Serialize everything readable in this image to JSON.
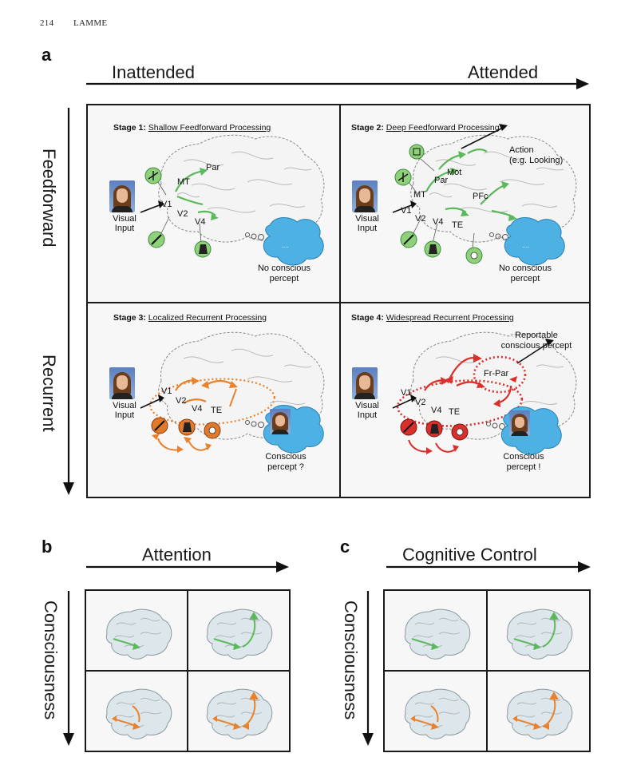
{
  "header": {
    "page_number": "214",
    "author": "LAMME"
  },
  "panel_a": {
    "letter": "a",
    "x_axis": {
      "left": "Inattended",
      "right": "Attended"
    },
    "y_axis": {
      "top": "Feedforward",
      "bottom": "Recurrent"
    },
    "stage1": {
      "prefix": "Stage 1",
      "title": "Shallow Feedforward Processing",
      "input": "Visual\nInput",
      "areas": [
        "Par",
        "MT",
        "V1",
        "V2",
        "V4"
      ],
      "percept": "No conscious\npercept",
      "thought": "....",
      "colors": {
        "arrow": "#5cb85c",
        "circle": "#8fd07a"
      }
    },
    "stage2": {
      "prefix": "Stage 2",
      "title": "Deep Feedforward Processing",
      "input": "Visual\nInput",
      "areas": [
        "Par",
        "MT",
        "V1",
        "V2",
        "V4",
        "Mot",
        "PFc",
        "TE"
      ],
      "action": "Action\n(e.g. Looking)",
      "percept": "No conscious\npercept",
      "thought": "....",
      "colors": {
        "arrow": "#5cb85c",
        "circle": "#8fd07a"
      }
    },
    "stage3": {
      "prefix": "Stage 3",
      "title": "Localized Recurrent Processing",
      "input": "Visual\nInput",
      "areas": [
        "V1",
        "V2",
        "V4",
        "TE"
      ],
      "percept": "Conscious\npercept ?",
      "colors": {
        "arrow": "#e8822c",
        "circle": "#e07a2a"
      }
    },
    "stage4": {
      "prefix": "Stage 4",
      "title": "Widespread Recurrent Processing",
      "input": "Visual\nInput",
      "areas": [
        "V1",
        "V2",
        "V4",
        "TE",
        "Fr-Par"
      ],
      "report": "Reportable\nconscious percept",
      "percept": "Conscious\npercept !",
      "colors": {
        "arrow": "#d9302b",
        "circle": "#d9302b"
      }
    }
  },
  "panel_b": {
    "letter": "b",
    "x_axis": "Attention",
    "y_axis": "Consciousness"
  },
  "panel_c": {
    "letter": "c",
    "x_axis": "Cognitive Control",
    "y_axis": "Consciousness"
  },
  "colors": {
    "feedforward_green": "#5cb85c",
    "recurrent_orange": "#e8822c",
    "recurrent_red": "#d9302b",
    "cloud_blue": "#4eb1e3",
    "brain_fill": "#f4f4f4",
    "small_brain_fill": "#dde6ea"
  }
}
